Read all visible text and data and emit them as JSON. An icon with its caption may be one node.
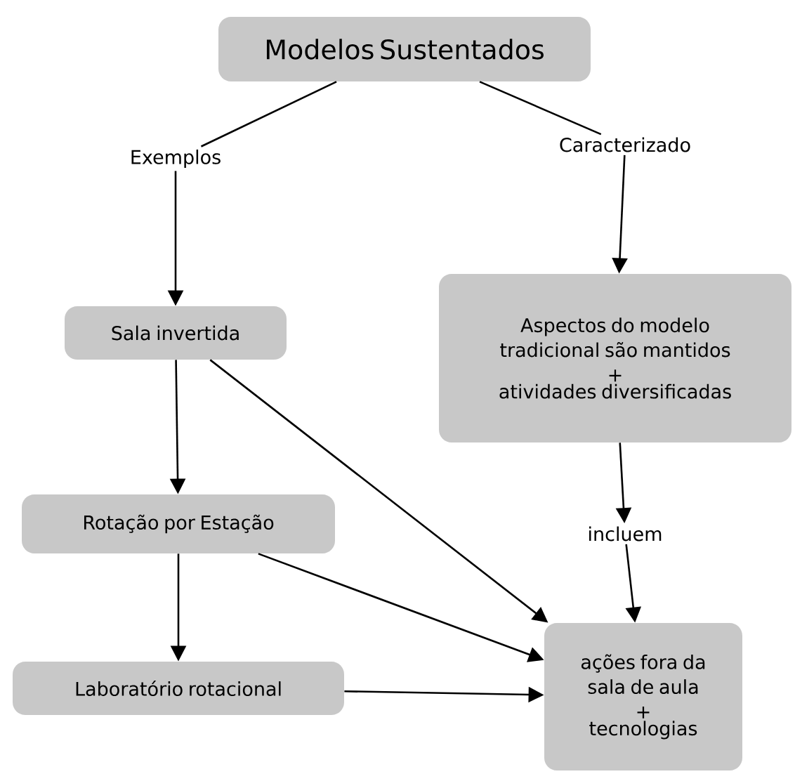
{
  "diagram": {
    "nodes": [
      {
        "text": [
          "Modelos Sustentados"
        ]
      },
      {
        "text": [
          "Exemplos"
        ]
      },
      {
        "text": [
          "Caracterizado"
        ]
      },
      {
        "text": [
          "Sala invertida"
        ]
      },
      {
        "text": [
          "Aspectos do modelo tradicional são mantidos",
          "+",
          "atividades diversificadas"
        ]
      },
      {
        "text": [
          "incluem"
        ]
      },
      {
        "text": [
          "Rotação por Estação"
        ]
      },
      {
        "text": [
          "Laboratório rotacional"
        ]
      },
      {
        "text": [
          "ações fora da sala de aula",
          "+",
          "tecnologias"
        ]
      }
    ],
    "edges": [
      {
        "from": 0,
        "to": 1,
        "arrow": "none"
      },
      {
        "from": 0,
        "to": 2,
        "arrow": "none"
      },
      {
        "from": 1,
        "to": 3,
        "arrow": "to"
      },
      {
        "from": 2,
        "to": 4,
        "arrow": "to"
      },
      {
        "from": 4,
        "to": 5,
        "arrow": "to"
      },
      {
        "from": 5,
        "to": 8,
        "arrow": "to"
      },
      {
        "from": 3,
        "to": 6,
        "arrow": "to"
      },
      {
        "from": 6,
        "to": 7,
        "arrow": "to"
      },
      {
        "from": 3,
        "to": 8,
        "arrow": "to"
      },
      {
        "from": 6,
        "to": 8,
        "arrow": "to"
      },
      {
        "from": 7,
        "to": 8,
        "arrow": "to"
      }
    ]
  }
}
